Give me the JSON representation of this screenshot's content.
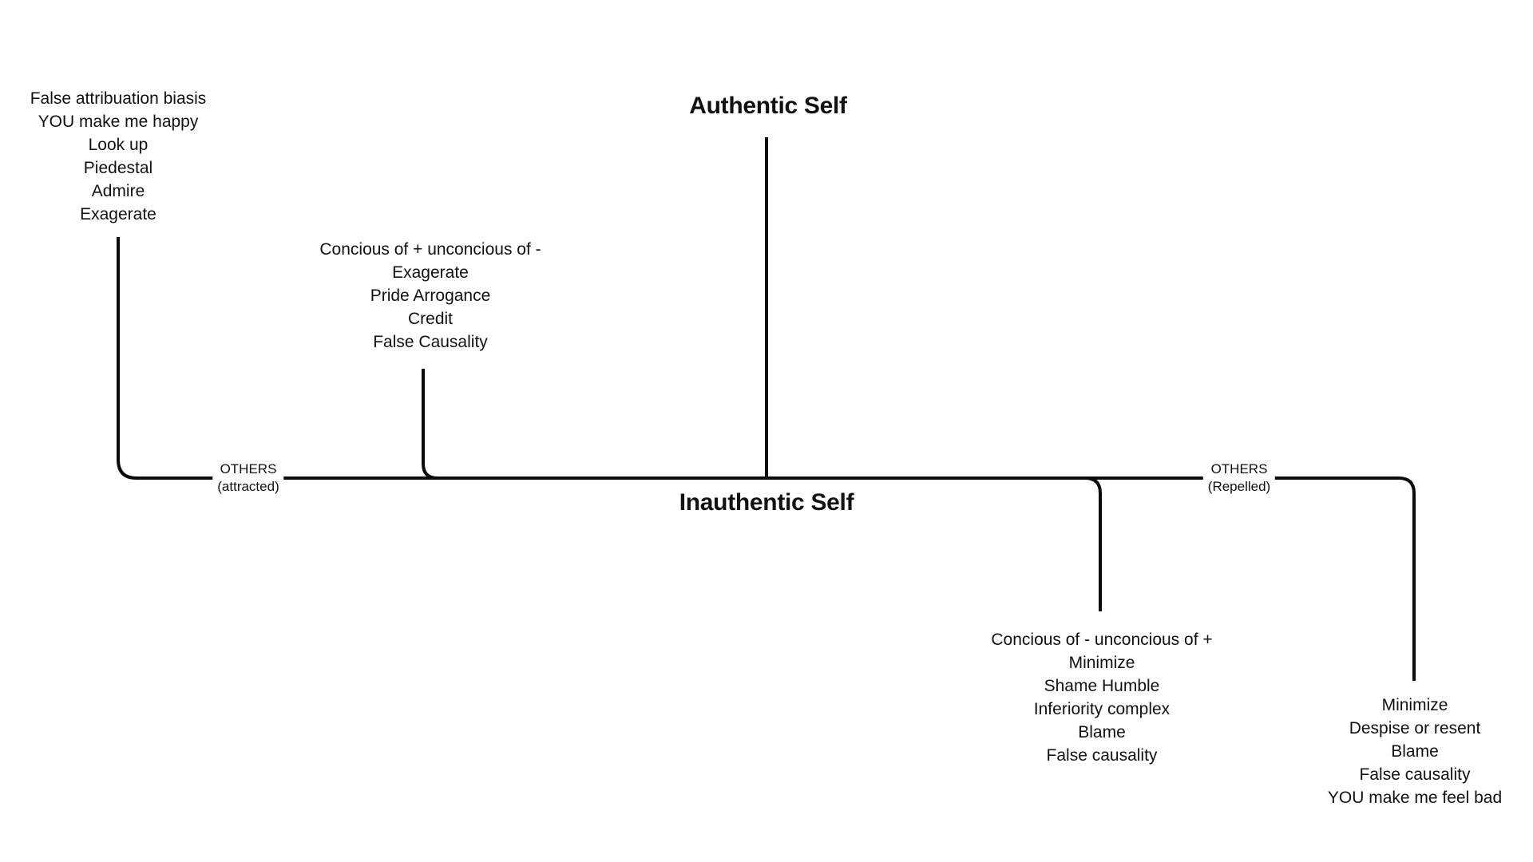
{
  "canvas": {
    "background": "#ffffff",
    "line_color": "#0b0b0b",
    "text_color": "#111111"
  },
  "titles": {
    "authentic": "Authentic Self",
    "inauthentic": "Inauthentic Self"
  },
  "axis_labels": {
    "others_attracted": {
      "line1": "OTHERS",
      "line2": "(attracted)"
    },
    "others_repelled": {
      "line1": "OTHERS",
      "line2": "(Repelled)"
    }
  },
  "blocks": {
    "top_left": {
      "lines": [
        "False attribuation biasis",
        "YOU make me happy",
        "Look up",
        "Piedestal",
        "Admire",
        "Exagerate"
      ]
    },
    "mid_left": {
      "lines": [
        "Concious of + unconcious of -",
        "Exagerate",
        "Pride Arrogance",
        "Credit",
        "False Causality"
      ]
    },
    "bottom_mid": {
      "lines": [
        "Concious of - unconcious of +",
        "Minimize",
        "Shame Humble",
        "Inferiority complex",
        "Blame",
        "False causality"
      ]
    },
    "bottom_right": {
      "lines": [
        "Minimize",
        "Despise or resent",
        "Blame",
        "False causality",
        "YOU make me feel bad"
      ]
    }
  }
}
